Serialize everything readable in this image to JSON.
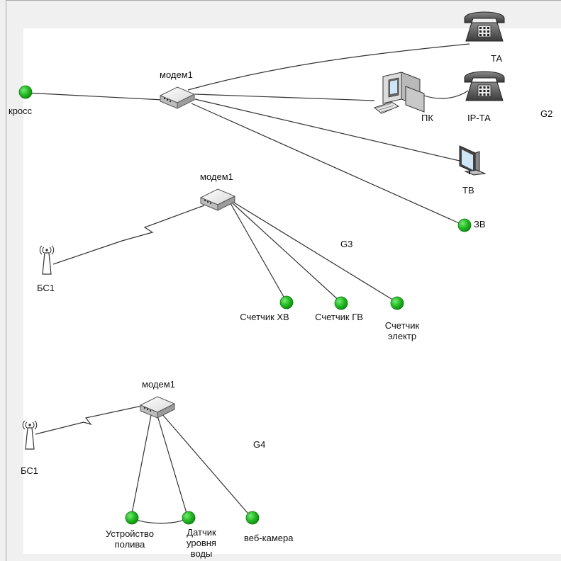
{
  "diagram": {
    "groups": [
      "G2",
      "G3",
      "G4"
    ],
    "g2": {
      "cross": "кросс",
      "modem": "модем1",
      "ta": "ТА",
      "pc": "ПК",
      "ipta": "IP-ТА",
      "tv": "ТВ",
      "zv": "ЗВ"
    },
    "g3": {
      "modem": "модем1",
      "bs": "БС1",
      "meter_cold": "Счетчик ХВ",
      "meter_hot": "Счетчик ГВ",
      "meter_el": "Счетчик\nэлектр"
    },
    "g4": {
      "modem": "модем1",
      "bs": "БС1",
      "irrigation": "Устройство\nполива",
      "water_sensor": "Датчик\nуровня\nводы",
      "webcam": "веб-камера"
    },
    "colors": {
      "node": "#22bb22",
      "node_edge": "#0e7a0e",
      "line": "#333333"
    },
    "icons": [
      "modem-icon",
      "telephone-icon",
      "desktop-pc-icon",
      "tv-monitor-icon",
      "base-station-antenna-icon"
    ]
  }
}
